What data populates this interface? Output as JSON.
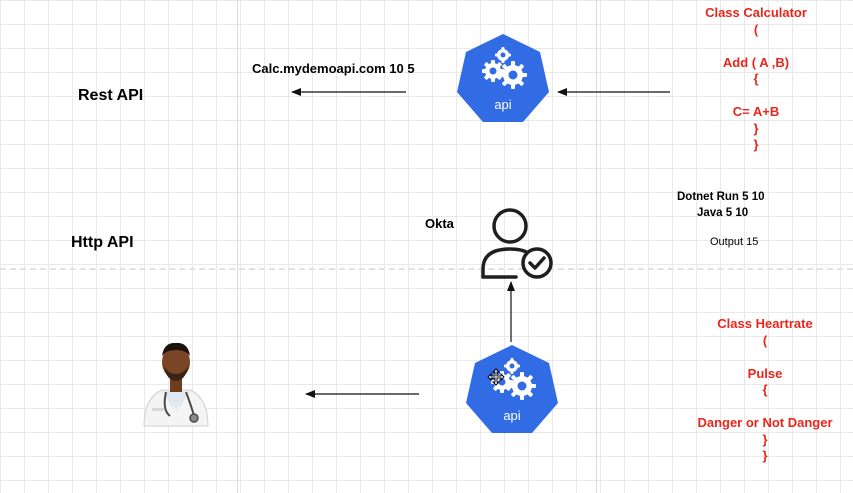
{
  "labels": {
    "rest_api": "Rest API",
    "http_api": "Http API",
    "endpoint": "Calc.mydemoapi.com  10 5",
    "okta": "Okta",
    "run_dotnet": "Dotnet Run 5 10",
    "run_java": "Java 5 10",
    "output": "Output 15"
  },
  "api_icon_text": "api",
  "calculator_code": [
    "Class Calculator",
    "(",
    "",
    "Add ( A ,B)",
    "{",
    "",
    "C= A+B",
    "}",
    "}"
  ],
  "heartrate_code": [
    "Class Heartrate",
    "(",
    "",
    "Pulse",
    "{",
    "",
    "Danger or Not Danger",
    "}",
    "}"
  ],
  "colors": {
    "api_blue": "#326ce5",
    "code_red": "#e8261b",
    "arrow": "#111111"
  },
  "icons": [
    "api-icon",
    "user-check-icon",
    "doctor-icon"
  ]
}
